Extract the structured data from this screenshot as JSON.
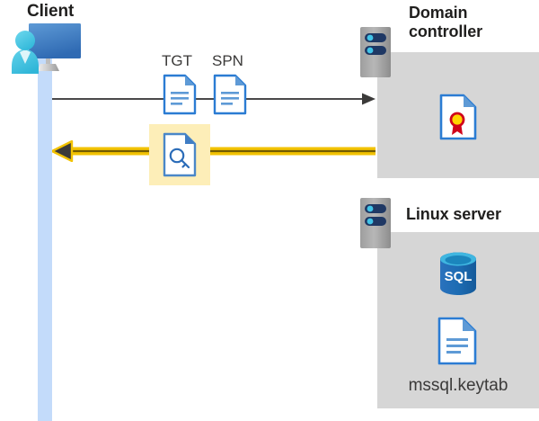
{
  "diagram": {
    "type": "kerberos-authentication-flow",
    "background": "#ffffff",
    "nodes": {
      "client": {
        "title": "Client",
        "icon": "client-workstation-icon",
        "lifeline_color": "#c3dbfa"
      },
      "domain_controller": {
        "title": "Domain controller",
        "title_line1": "Domain",
        "title_line2": "controller",
        "icon": "server-icon",
        "panel_color": "#d6d6d6",
        "contents": [
          {
            "icon": "certificate-document-icon",
            "label": ""
          }
        ]
      },
      "linux_server": {
        "title": "Linux server",
        "icon": "server-icon",
        "panel_color": "#d6d6d6",
        "contents": [
          {
            "icon": "sql-database-icon",
            "label": "SQL"
          },
          {
            "icon": "document-icon",
            "label": "mssql.keytab"
          }
        ]
      }
    },
    "flows": [
      {
        "name": "request",
        "direction": "right",
        "color": "#3b3a39",
        "artifacts": [
          {
            "label": "TGT",
            "icon": "document-icon"
          },
          {
            "label": "SPN",
            "icon": "document-icon"
          }
        ]
      },
      {
        "name": "response",
        "direction": "left",
        "color": "#f2c200",
        "highlight_color": "#fdeeb8",
        "artifacts": [
          {
            "label": "",
            "icon": "key-document-icon"
          }
        ]
      }
    ],
    "colors": {
      "accent_blue": "#2b7cd3",
      "doc_blue": "#4a87c8",
      "panel_gray": "#d6d6d6",
      "arrow_gray": "#4a494a",
      "arrow_yellow": "#f2c200",
      "highlight_yellow": "#fdeeb8",
      "lifeline_blue": "#c3dbfa",
      "sql_blue": "#1d6cb3",
      "cert_gold": "#ffd400",
      "cert_red": "#d0021b",
      "text_dark": "#201f1e"
    }
  }
}
